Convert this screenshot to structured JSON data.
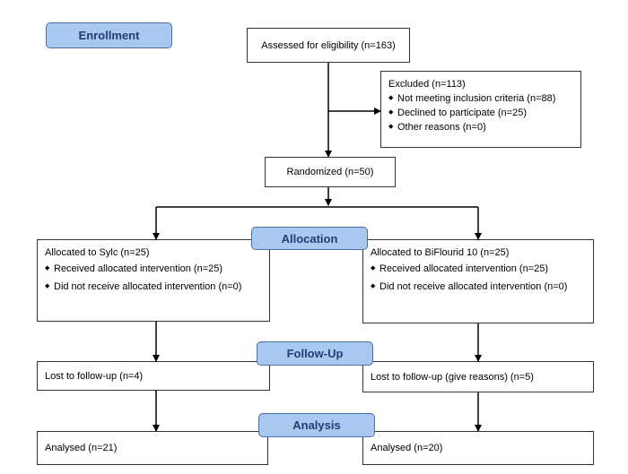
{
  "stages": {
    "enrollment": "Enrollment",
    "allocation": "Allocation",
    "follow_up": "Follow-Up",
    "analysis": "Analysis"
  },
  "assessed": "Assessed for eligibility (n=163)",
  "excluded": {
    "title": "Excluded  (n=113)",
    "reasons": [
      "Not meeting inclusion criteria (n=88)",
      "Declined to participate (n=25)",
      "Other reasons (n=0)"
    ]
  },
  "randomized": "Randomized (n=50)",
  "arms": [
    {
      "allocated": "Allocated to Sylc (n=25)",
      "received": "Received allocated intervention (n=25)",
      "not_received": "Did not receive allocated intervention (n=0)",
      "lost": "Lost to follow-up (n=4)",
      "analysed": "Analysed  (n=21)"
    },
    {
      "allocated": "Allocated to BiFlourid 10 (n=25)",
      "received": "Received allocated intervention (n=25)",
      "not_received": "Did not receive allocated intervention (n=0)",
      "lost": "Lost to follow-up (give reasons) (n=5)",
      "analysed": "Analysed  (n=20)"
    }
  ]
}
